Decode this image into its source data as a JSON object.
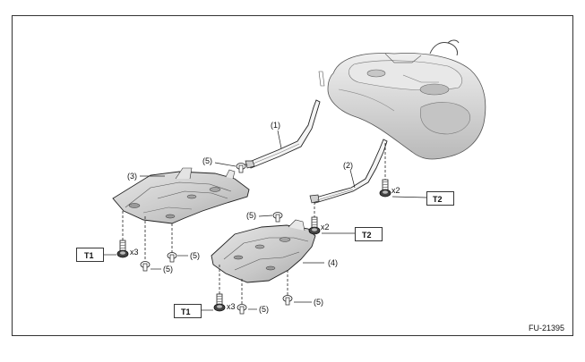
{
  "figure_code": "FU-21395",
  "callouts": {
    "c1": "(1)",
    "c2": "(2)",
    "c3": "(3)",
    "c4": "(4)",
    "c5": "(5)"
  },
  "torque_labels": {
    "t1": "T1",
    "t2": "T2"
  },
  "quantities": {
    "x2": "x2",
    "x3": "x3"
  },
  "colors": {
    "border": "#333333",
    "line": "#222222",
    "tank_fill": "#dcdcdc",
    "cover_fill": "#d2d2d2"
  }
}
